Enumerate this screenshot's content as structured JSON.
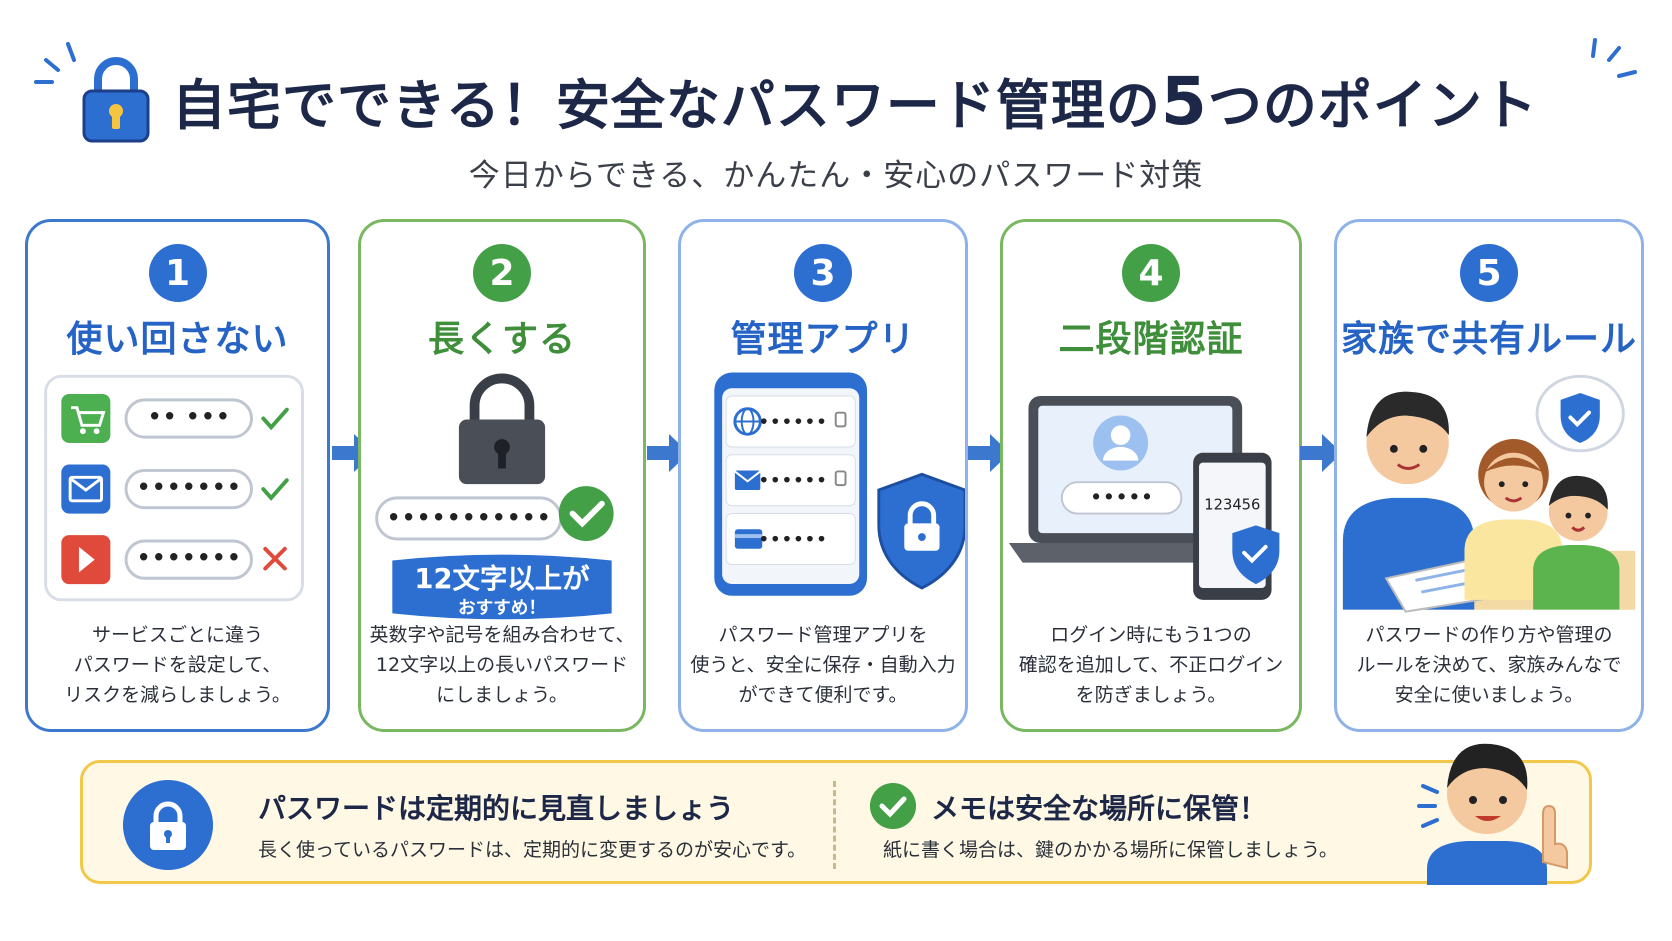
{
  "header": {
    "title_main": "自宅でできる！安全なパスワード管理の",
    "title_num": "5",
    "title_end": "つのポイント",
    "subtitle": "今日からできる、かんたん・安心のパスワード対策"
  },
  "cards": [
    {
      "number": "1",
      "title": "使い回さない",
      "desc": [
        "サービスごとに違う",
        "パスワードを設定して、",
        "リスクを減らしましょう。"
      ],
      "rows": [
        {
          "icon": "shopping-cart-icon",
          "password": "•• •••",
          "status": "ok"
        },
        {
          "icon": "mail-icon",
          "password": "•••••••",
          "status": "ok"
        },
        {
          "icon": "video-play-icon",
          "password": "•••••••",
          "status": "ng"
        }
      ]
    },
    {
      "number": "2",
      "title": "長くする",
      "password": "•••••••••••",
      "badge_line1": "12文字以上が",
      "badge_line2": "おすすめ！",
      "desc": [
        "英数字や記号を組み合わせて、",
        "12文字以上の長いパスワード",
        "にしましょう。"
      ]
    },
    {
      "number": "3",
      "title": "管理アプリ",
      "rows": [
        {
          "icon": "globe-icon",
          "password": "••••••"
        },
        {
          "icon": "mail-icon",
          "password": "••••••"
        },
        {
          "icon": "credit-card-icon",
          "password": "••••••"
        }
      ],
      "desc": [
        "パスワード管理アプリを",
        "使うと、安全に保存・自動入力",
        "ができて便利です。"
      ]
    },
    {
      "number": "4",
      "title": "二段階認証",
      "laptop_password": "•••••",
      "phone_code": "123456",
      "desc": [
        "ログイン時にもう1つの",
        "確認を追加して、不正ログイン",
        "を防ぎましょう。"
      ]
    },
    {
      "number": "5",
      "title": "家族で共有ルール",
      "desc": [
        "パスワードの作り方や管理の",
        "ルールを決めて、家族みんなで",
        "安全に使いましょう。"
      ]
    }
  ],
  "banner": {
    "left_title": "パスワードは定期的に見直しましょう",
    "left_text": "長く使っているパスワードは、定期的に変更するのが安心です。",
    "right_title": "メモは安全な場所に保管！",
    "right_text": "紙に書く場合は、鍵のかかる場所に保管しましょう。"
  },
  "colors": {
    "blue": "#2d6fd1",
    "green": "#43a047",
    "red": "#e04a3a",
    "yellow_border": "#f2c84b",
    "banner_bg": "#fff8e4",
    "title": "#1d2748"
  }
}
